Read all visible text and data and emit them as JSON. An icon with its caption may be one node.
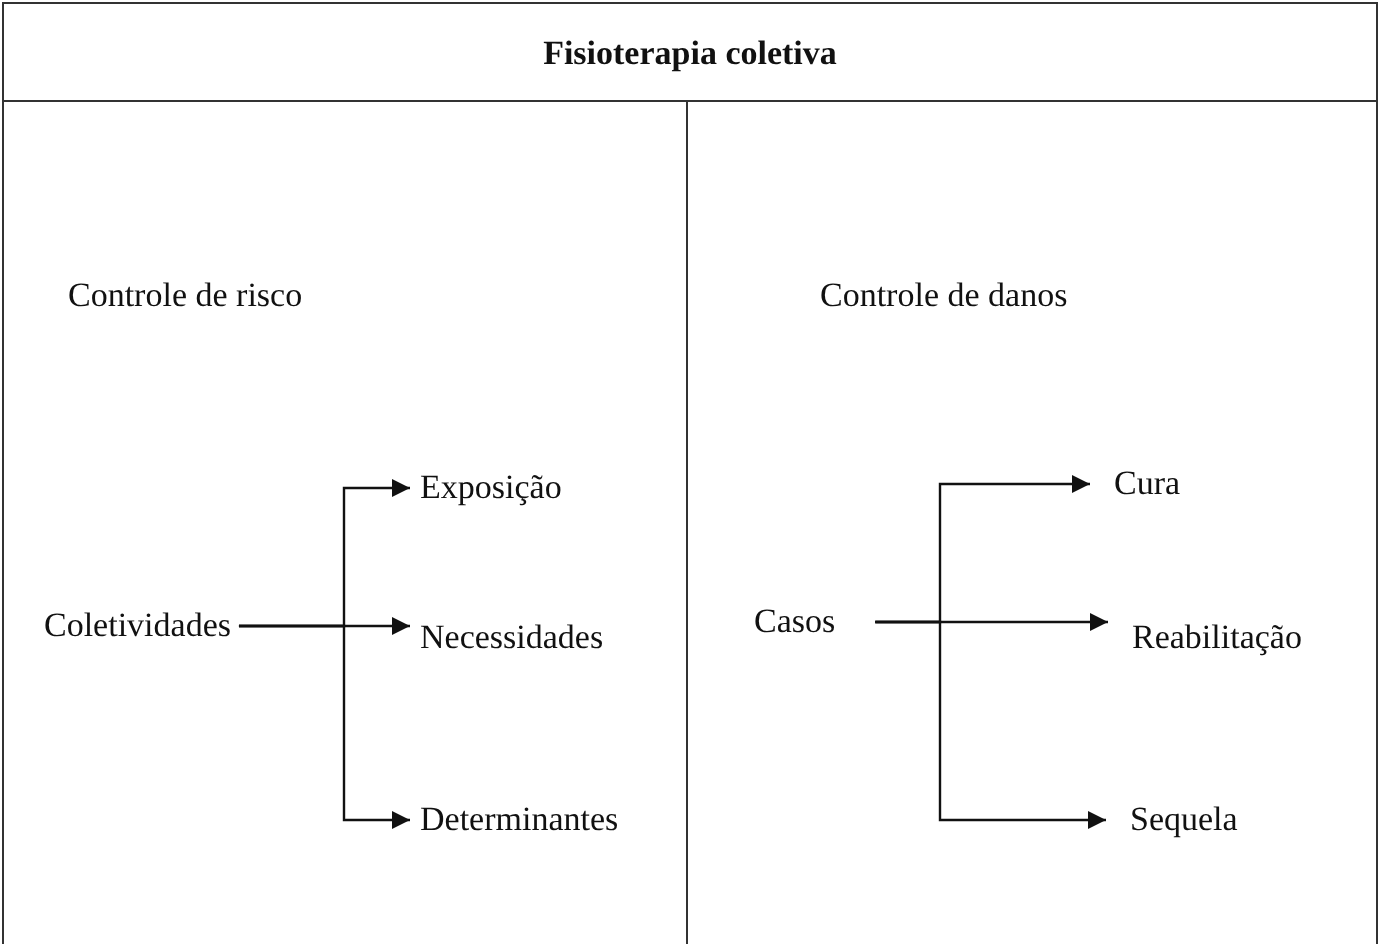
{
  "diagram": {
    "title": "Fisioterapia coletiva",
    "nodes": [
      {
        "text": [
          "Coletividades"
        ]
      },
      {
        "text": [
          "Exposição"
        ]
      },
      {
        "text": [
          "Necessidades"
        ]
      },
      {
        "text": [
          "Determinantes"
        ]
      },
      {
        "text": [
          "Casos"
        ]
      },
      {
        "text": [
          "Cura"
        ]
      },
      {
        "text": [
          "Reabilitação"
        ]
      },
      {
        "text": [
          "Sequela"
        ]
      }
    ],
    "edges": [
      {
        "from": 0,
        "to": 1,
        "arrow": "to"
      },
      {
        "from": 0,
        "to": 2,
        "arrow": "to"
      },
      {
        "from": 0,
        "to": 3,
        "arrow": "to"
      },
      {
        "from": 4,
        "to": 5,
        "arrow": "to"
      },
      {
        "from": 4,
        "to": 6,
        "arrow": "to"
      },
      {
        "from": 4,
        "to": 7,
        "arrow": "to"
      }
    ],
    "labels": [
      "Controle de risco",
      "Controle de danos"
    ]
  }
}
